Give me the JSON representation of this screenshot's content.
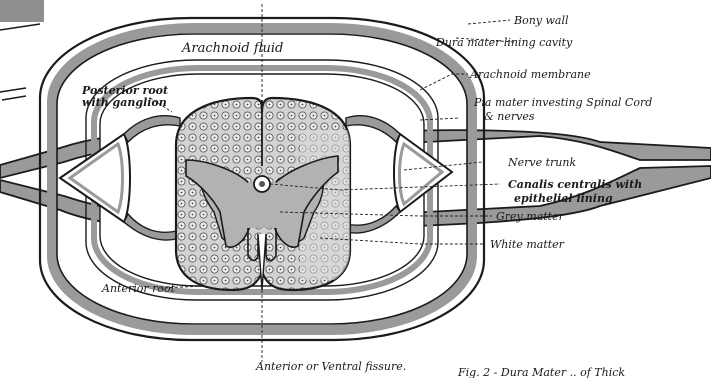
{
  "colors": {
    "ink": "#1b1b1b",
    "membrane_fill": "#9a9a9a",
    "grey_matter": "#b2b2b2",
    "white_matter": "#cfcfcf",
    "paper": "#ffffff",
    "corner_tab": "#8f8f8f"
  },
  "labels": {
    "bony_wall": "Bony wall",
    "dura_mater": "Dura mater lining cavity",
    "arachnoid_fluid": "Arachnoid fluid",
    "arachnoid_membrane": "Arachnoid membrane",
    "posterior_root_l1": "Posterior root",
    "posterior_root_l2": "with ganglion",
    "pia_mater_l1": "Pia mater investing Spinal Cord",
    "pia_mater_l2": "& nerves",
    "nerve_trunk": "Nerve trunk",
    "canalis_l1": "Canalis centralis with",
    "canalis_l2": "epithelial lining",
    "grey_matter": "Grey matter",
    "white_matter": "White matter",
    "anterior_root": "Anterior root",
    "anterior_fissure": "Anterior or Ventral fissure.",
    "caption_fragment": "Fig. 2 - Dura Mater .. of Thick"
  }
}
